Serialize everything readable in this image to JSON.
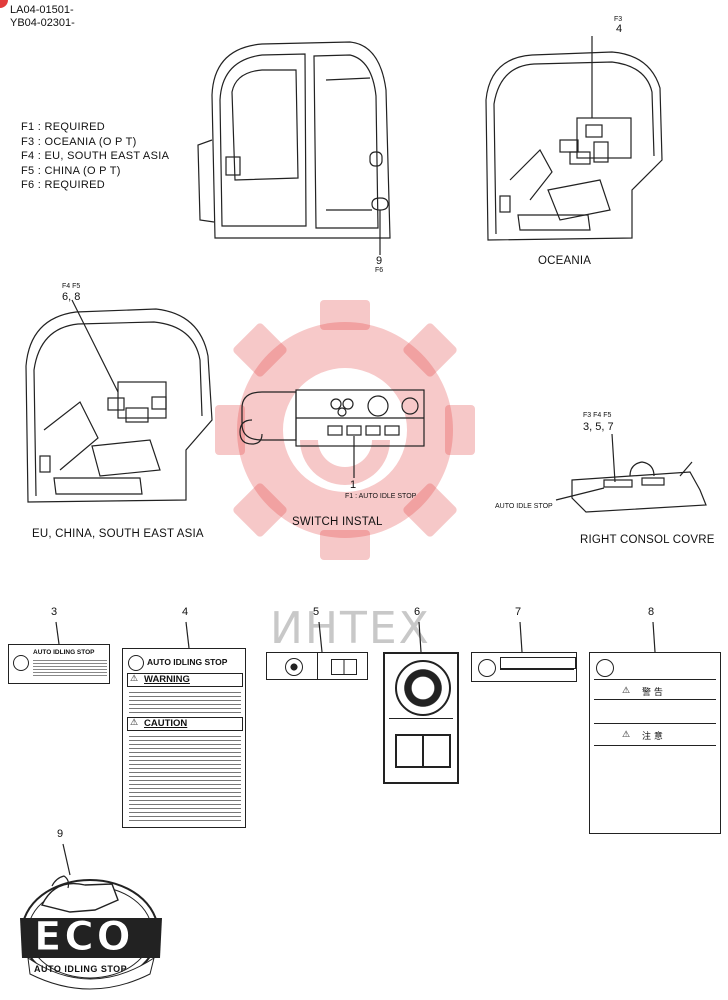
{
  "header": {
    "codes": [
      "LA04-01501-",
      "YB04-02301-"
    ]
  },
  "legend": [
    "F1 : REQUIRED",
    "F3 : OCEANIA  (O P T)",
    "F4 : EU, SOUTH EAST ASIA",
    "F5 : CHINA  (O P T)",
    "F6 : REQUIRED"
  ],
  "views": {
    "cab_main": {
      "callout_num": "9",
      "callout_flag": "F6"
    },
    "oceania": {
      "caption": "OCEANIA",
      "flag": "F3",
      "num": "4"
    },
    "eu": {
      "caption": "EU, CHINA, SOUTH EAST ASIA",
      "flags": "F4  F5",
      "nums": "6, 8"
    },
    "switch": {
      "caption": "SWITCH INSTAL",
      "num": "1",
      "note": "F1 : AUTO IDLE STOP"
    },
    "console": {
      "caption": "RIGHT CONSOL COVRE",
      "flags": "F3  F4  F5",
      "nums": "3, 5, 7",
      "note": "AUTO IDLE STOP"
    }
  },
  "watermark": {
    "text": "ИНТЕХ",
    "color": "#e23c3c"
  },
  "labels": {
    "l3": {
      "num": "3",
      "title": "AUTO IDLING STOP"
    },
    "l4": {
      "num": "4",
      "title": "AUTO IDLING STOP",
      "warning": "WARNING",
      "caution": "CAUTION"
    },
    "l5": {
      "num": "5"
    },
    "l6": {
      "num": "6"
    },
    "l7": {
      "num": "7"
    },
    "l8": {
      "num": "8",
      "warn_jp": "警  告",
      "caution_jp": "注  意"
    },
    "l9": {
      "num": "9",
      "eco": "ECO",
      "band": "AUTO IDLING STOP"
    }
  }
}
